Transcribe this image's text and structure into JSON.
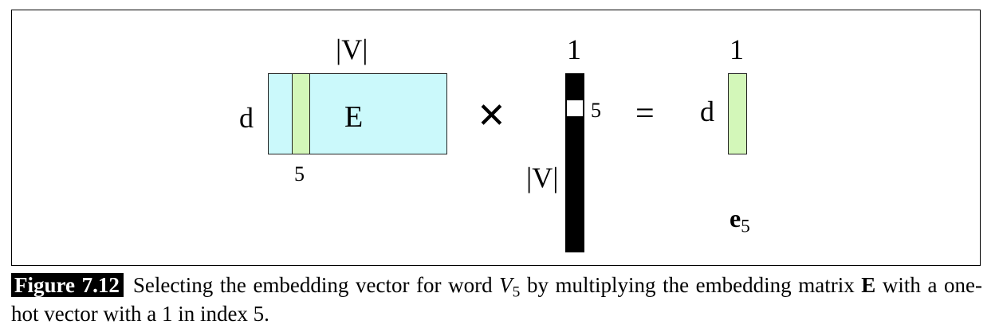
{
  "diagram": {
    "matrix": {
      "top_label": "|V|",
      "side_label": "d",
      "name": "E",
      "column_index": "5"
    },
    "operator_times": "✕",
    "onehot": {
      "top_label": "1",
      "index_label": "5",
      "side_label": "|V|"
    },
    "operator_equals": "=",
    "result": {
      "top_label": "1",
      "side_label": "d",
      "name_base": "e",
      "name_sub": "5"
    }
  },
  "caption": {
    "figure_label": "Figure 7.12",
    "text_before_var": "Selecting the embedding vector for word ",
    "var_base": "V",
    "var_sub": "5",
    "text_after_var": " by multiplying the embedding matrix ",
    "matrix_name": "E",
    "text_end": " with a one-hot vector with a 1 in index 5."
  }
}
